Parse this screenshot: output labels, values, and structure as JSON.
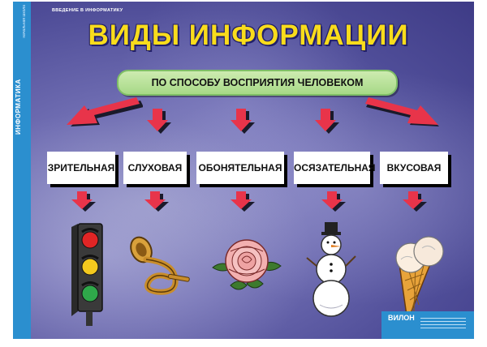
{
  "sidebar": {
    "title": "ИНФОРМАТИКА",
    "subtitle": "начальная школа"
  },
  "section": "ВВЕДЕНИЕ В ИНФОРМАТИКУ",
  "title": "ВИДЫ ИНФОРМАЦИИ",
  "subtitle": "ПО СПОСОБУ ВОСПРИЯТИЯ ЧЕЛОВЕКОМ",
  "categories": [
    {
      "label": "ЗРИТЕЛЬНАЯ",
      "icon": "traffic-light-icon"
    },
    {
      "label": "СЛУХОВАЯ",
      "icon": "horn-icon"
    },
    {
      "label": "ОБОНЯТЕЛЬНАЯ",
      "icon": "rose-icon"
    },
    {
      "label": "ОСЯЗАТЕЛЬНАЯ",
      "icon": "snowman-icon"
    },
    {
      "label": "ВКУСОВАЯ",
      "icon": "ice-cream-icon"
    }
  ],
  "logo": "ВИЛОН",
  "colors": {
    "title": "#f9dc1c",
    "arrow": "#e8344a",
    "background": "#5a58a2",
    "sidebar": "#2b8fcf",
    "pill": "#b8e29a"
  }
}
